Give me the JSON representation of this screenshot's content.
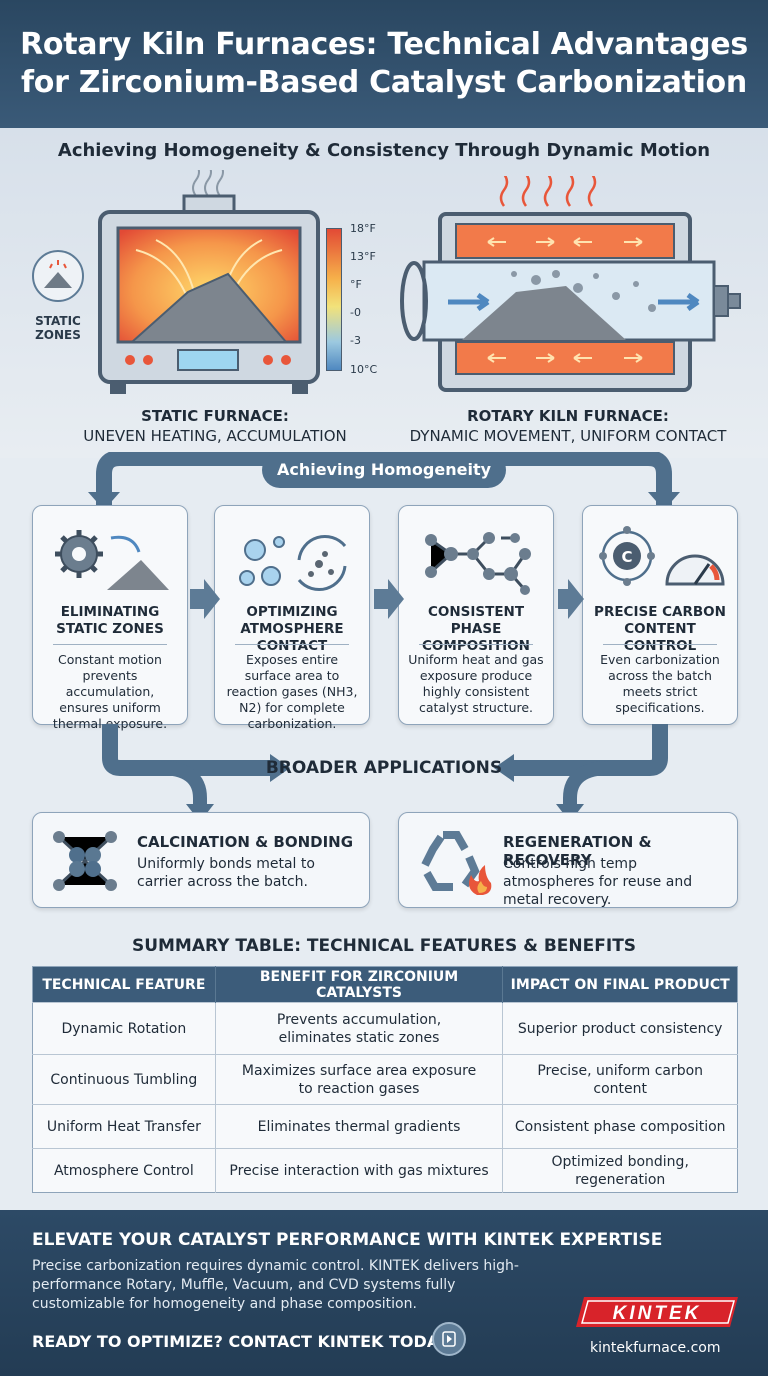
{
  "header": {
    "title_line1": "Rotary Kiln Furnaces: Technical Advantages",
    "title_line2": "for Zirconium-Based Catalyst Carbonization"
  },
  "intro": {
    "subtitle": "Achieving Homogeneity & Consistency Through Dynamic Motion",
    "static_zones_badge": "STATIC ZONES",
    "thermometer_ticks": [
      "18°F",
      "13°F",
      "°F",
      "-0",
      "-3",
      "10°C"
    ],
    "static_furnace": {
      "title": "STATIC FURNACE:",
      "subtitle": "UNEVEN HEATING, ACCUMULATION"
    },
    "rotary_furnace": {
      "title": "ROTARY KILN FURNACE:",
      "subtitle": "DYNAMIC MOVEMENT, UNIFORM CONTACT"
    }
  },
  "flow": {
    "banner": "Achieving Homogeneity",
    "cards": [
      {
        "title": "ELIMINATING STATIC ZONES",
        "desc": "Constant motion prevents accumulation, ensures uniform thermal exposure."
      },
      {
        "title": "OPTIMIZING ATMOSPHERE CONTACT",
        "desc": "Exposes entire surface area to reaction gases (NH3, N2) for complete carbonization."
      },
      {
        "title": "CONSISTENT PHASE COMPOSITION",
        "desc": "Uniform heat and gas exposure produce highly consistent catalyst structure."
      },
      {
        "title": "PRECISE CARBON CONTENT CONTROL",
        "desc": "Even carbonization across the batch meets strict specifications."
      }
    ],
    "carbon_symbol": "C",
    "broader_title": "BROADER APPLICATIONS"
  },
  "applications": [
    {
      "title": "CALCINATION & BONDING",
      "desc": "Uniformly bonds metal to carrier across the batch."
    },
    {
      "title": "REGENERATION & RECOVERY",
      "desc": "Controls high temp atmospheres for reuse and metal recovery."
    }
  ],
  "summary": {
    "title": "SUMMARY TABLE: TECHNICAL FEATURES & BENEFITS",
    "headers": [
      "TECHNICAL FEATURE",
      "BENEFIT FOR ZIRCONIUM CATALYSTS",
      "IMPACT ON FINAL PRODUCT"
    ],
    "rows": [
      [
        "Dynamic Rotation",
        "Prevents accumulation, eliminates static zones",
        "Superior product consistency"
      ],
      [
        "Continuous Tumbling",
        "Maximizes surface area exposure to reaction gases",
        "Precise, uniform carbon content"
      ],
      [
        "Uniform Heat Transfer",
        "Eliminates thermal gradients",
        "Consistent phase composition"
      ],
      [
        "Atmosphere Control",
        "Precise interaction with gas mixtures",
        "Optimized bonding, regeneration"
      ]
    ]
  },
  "footer": {
    "title": "ELEVATE YOUR CATALYST PERFORMANCE WITH KINTEK EXPERTISE",
    "desc": "Precise carbonization requires dynamic control. KINTEK delivers high-performance Rotary, Muffle, Vacuum, and CVD systems fully customizable for homogeneity and phase composition.",
    "cta": "READY TO OPTIMIZE? CONTACT KINTEK TODAY.",
    "brand": "KINTEK",
    "url": "kintekfurnace.com"
  },
  "colors": {
    "navy": "#2a4761",
    "steel": "#5d7b96",
    "hot": "#e8563a",
    "warm": "#f6b04a",
    "brand_red": "#d8232a"
  }
}
